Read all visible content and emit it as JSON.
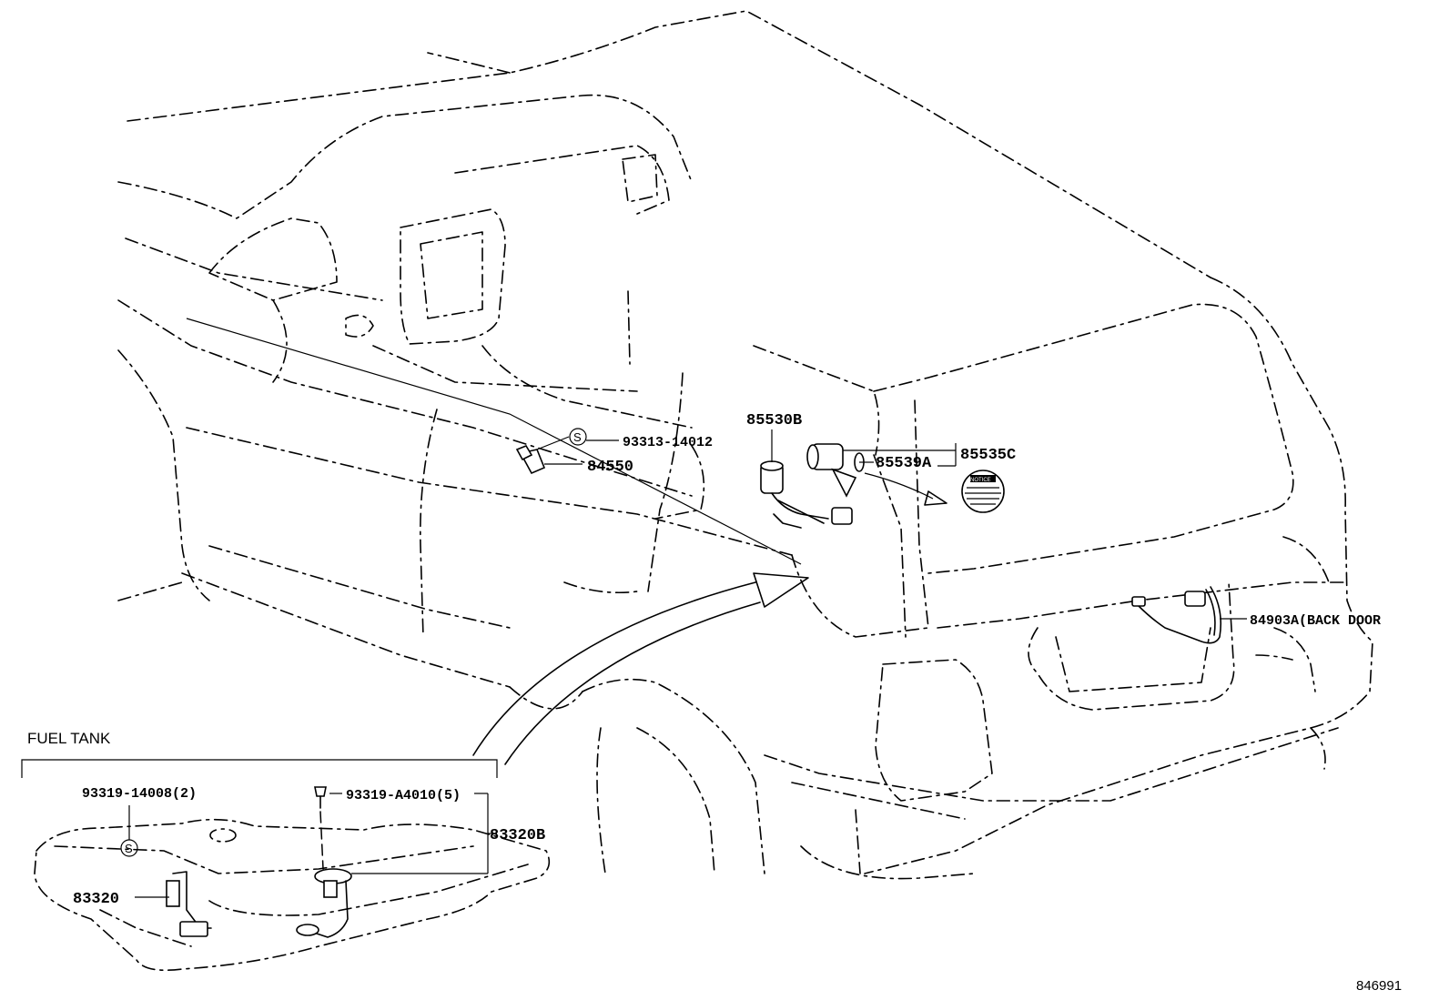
{
  "diagram": {
    "section_caption": "FUEL TANK",
    "figure_number": "846991",
    "labels": {
      "p93313_14012": "93313-14012",
      "p84550": "84550",
      "p85530B": "85530B",
      "p85539A": "85539A",
      "p85535C": "85535C",
      "p84903A": "84903A(BACK DOOR",
      "p93319_14008": "93319-14008(2)",
      "p93319_A4010": "93319-A4010(5)",
      "p83320B": "83320B",
      "p83320": "83320"
    },
    "marks": {
      "s_symbol": "S",
      "notice_label": "NOTICE"
    }
  }
}
